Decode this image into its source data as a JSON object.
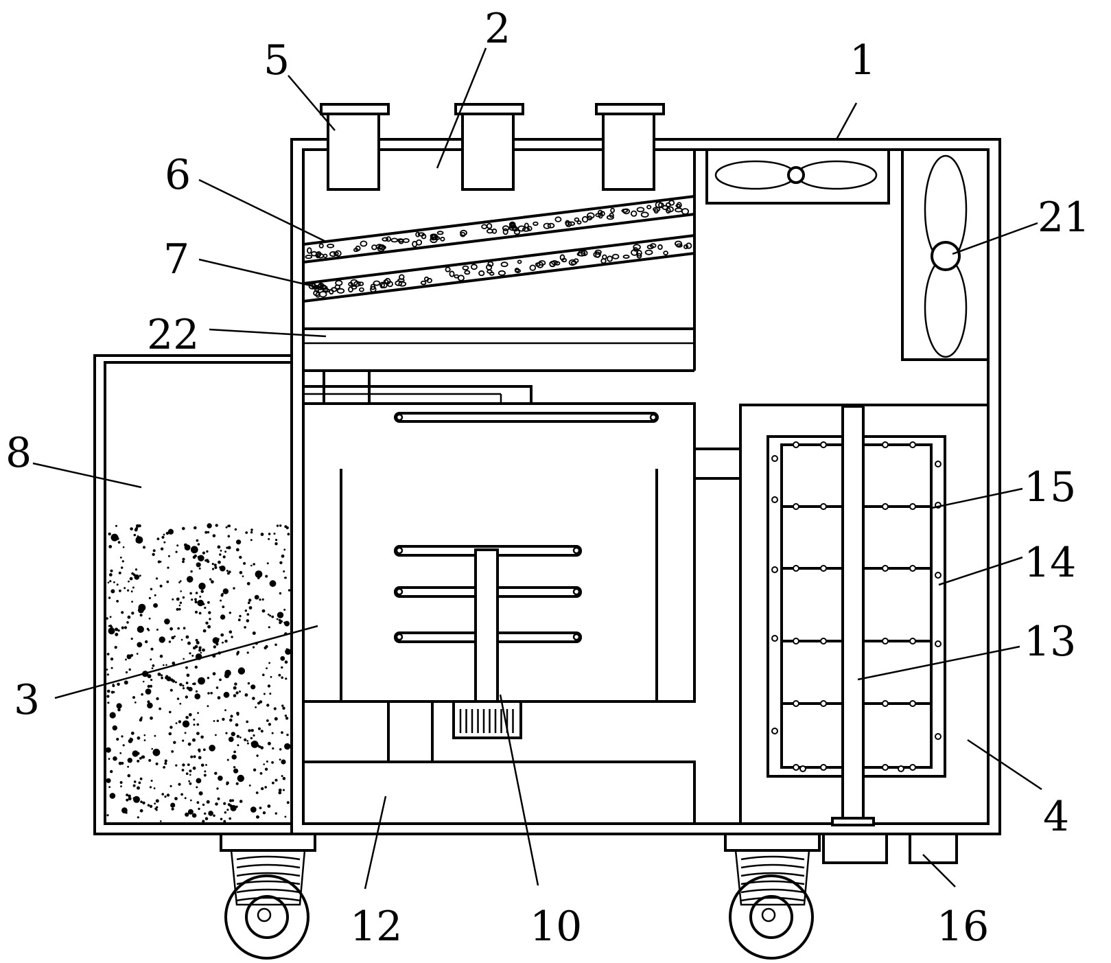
{
  "labels": {
    "l1": "1",
    "l2": "2",
    "l3": "3",
    "l4": "4",
    "l5": "5",
    "l6": "6",
    "l7": "7",
    "l8": "8",
    "l10": "10",
    "l12": "12",
    "l13": "13",
    "l14": "14",
    "l15": "15",
    "l16": "16",
    "l21": "21",
    "l22": "22"
  }
}
